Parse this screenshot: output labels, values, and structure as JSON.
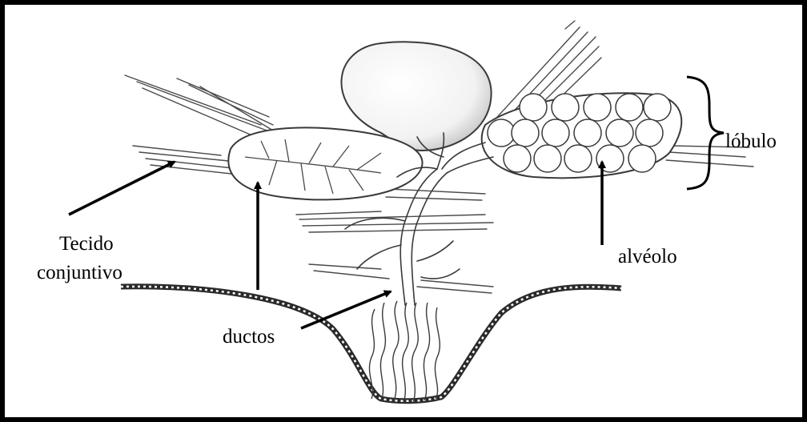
{
  "labels": {
    "lobulo": "lóbulo",
    "tecido_line1": "Tecido",
    "tecido_line2": "conjuntivo",
    "alveolo": "alvéolo",
    "ductos": "ductos"
  },
  "colors": {
    "ink": "#000000",
    "drawing_stroke": "#3a3a3a",
    "background": "#ffffff"
  }
}
